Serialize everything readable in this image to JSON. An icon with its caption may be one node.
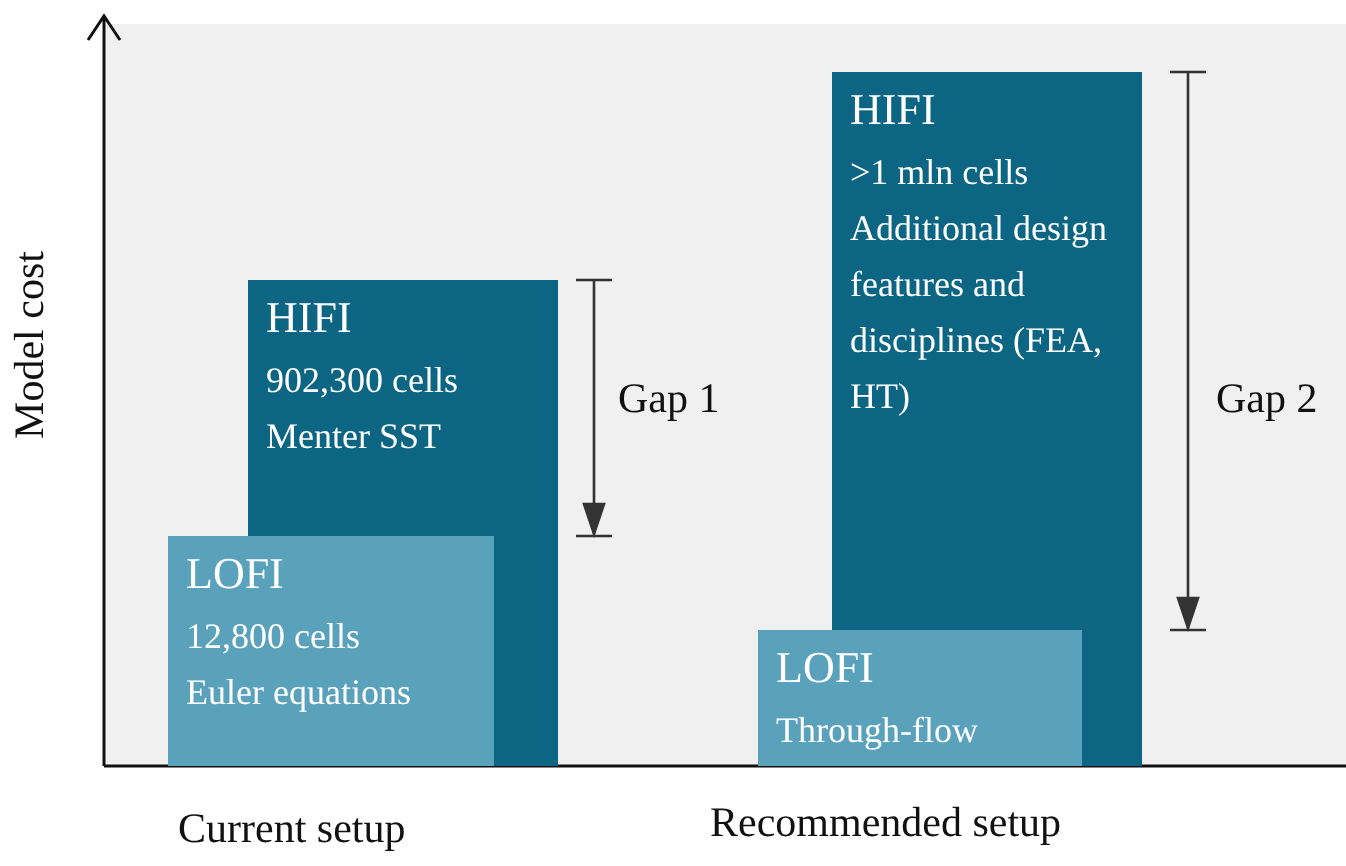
{
  "diagram": {
    "nodes": [
      {
        "text": [
          "HIFI",
          "902,300 cells",
          "Menter SST"
        ]
      },
      {
        "text": [
          "LOFI",
          "12,800 cells",
          "Euler equations"
        ]
      },
      {
        "text": [
          "HIFI",
          ">1 mln cells",
          "Additional design features and disciplines (FEA, HT)"
        ]
      },
      {
        "text": [
          "LOFI",
          "Through-flow"
        ]
      }
    ],
    "labels": [
      "Model cost",
      "Gap 1",
      "Gap 2",
      "Current setup",
      "Recommended setup"
    ]
  }
}
